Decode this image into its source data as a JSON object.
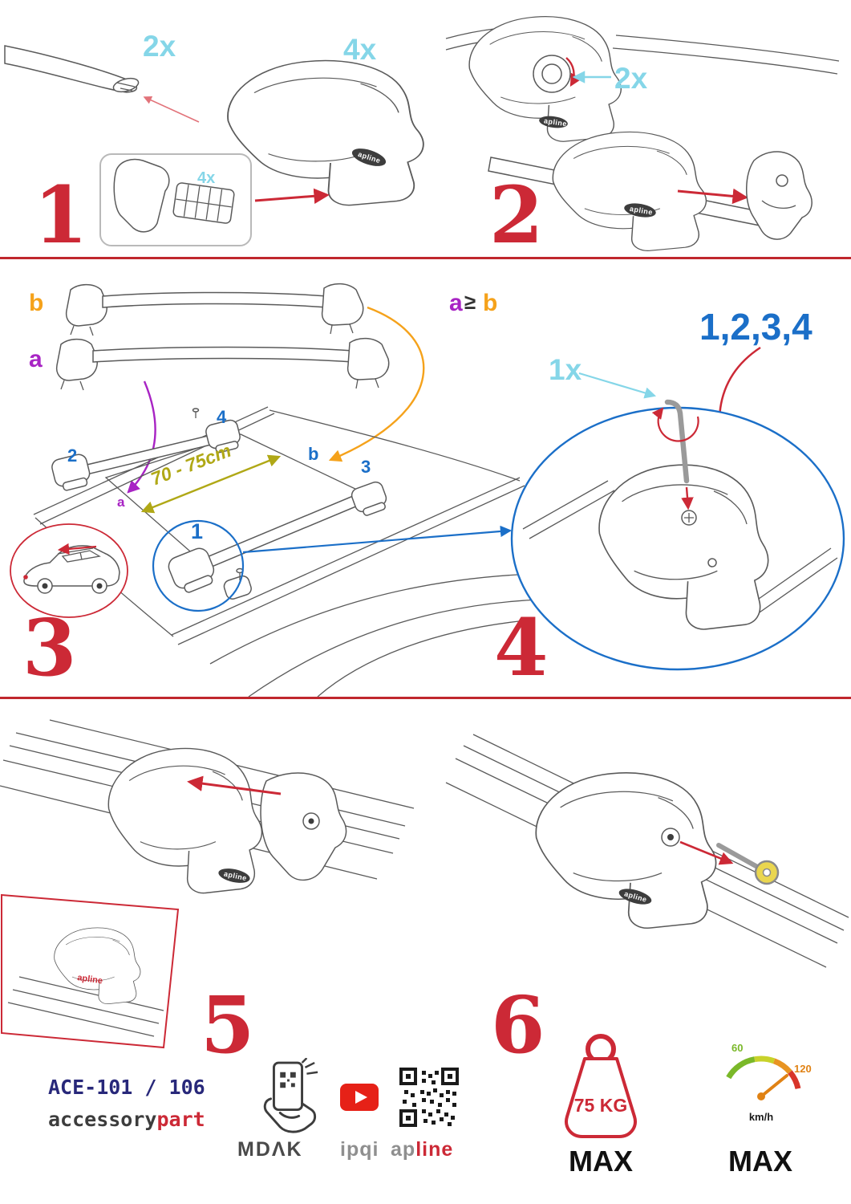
{
  "steps": {
    "s1": {
      "number": "1",
      "bar_qty": "2x",
      "foot_qty": "4x",
      "pad_qty": "4x"
    },
    "s2": {
      "number": "2",
      "knob_qty": "2x"
    },
    "s3": {
      "number": "3",
      "bar_a_label": "a",
      "bar_b_label": "b",
      "arrow_a_label": "a",
      "arrow_b_label": "b",
      "distance_label": "70 - 75cm",
      "pos_1": "1",
      "pos_2": "2",
      "pos_3": "3",
      "pos_4": "4"
    },
    "s4": {
      "number": "4",
      "condition_a": "a",
      "condition_op": "≥",
      "condition_b": "b",
      "sequence": "1,2,3,4",
      "key_qty": "1x",
      "pos_1": "1"
    },
    "s5": {
      "number": "5"
    },
    "s6": {
      "number": "6"
    }
  },
  "branding": {
    "model": "ACE-101 / 106",
    "brand_main": "accessory",
    "brand_accent": "part",
    "logo_mdak": "MDΛK",
    "logo_ipqi": "ipqi",
    "logo_apline_prefix": "ap",
    "logo_apline_accent": "line",
    "foot_logo": "apline"
  },
  "limits": {
    "max_weight": "75 KG",
    "weight_max_label": "MAX",
    "speed_max_label": "MAX",
    "speed_unit": "km/h",
    "gauge_low": "60",
    "gauge_high": "120"
  },
  "colors": {
    "accent_red": "#cc2936",
    "qty_cyan": "#85d6e8",
    "label_purple": "#a824c4",
    "label_orange": "#f5a21b",
    "label_blue": "#1b6fc8",
    "distance_olive": "#b0a816",
    "model_navy": "#28287a"
  }
}
